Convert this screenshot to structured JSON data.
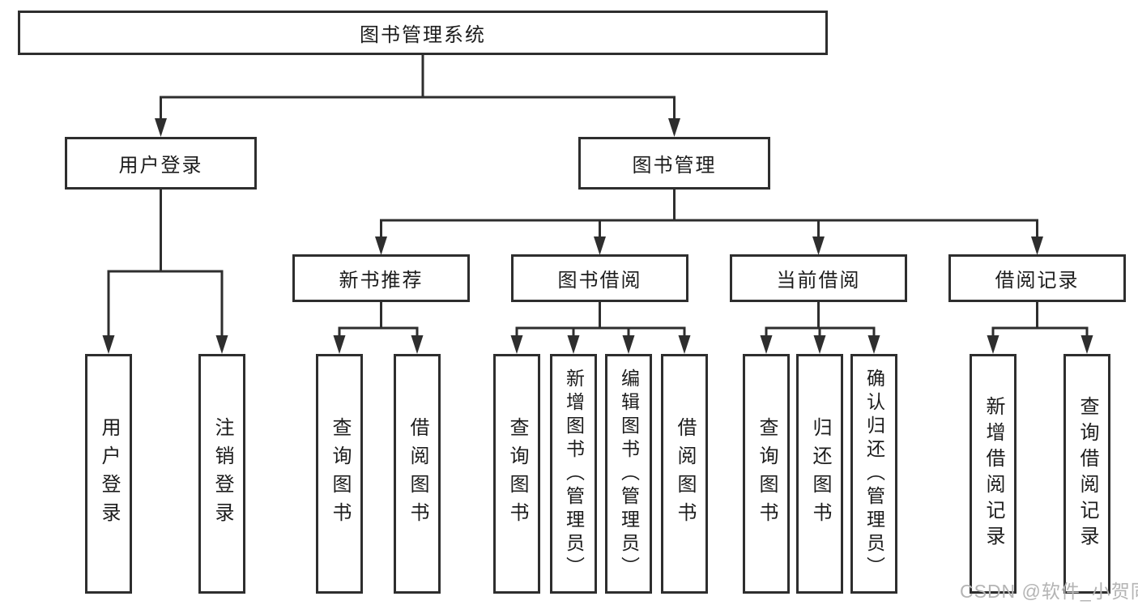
{
  "diagram": {
    "root": {
      "label": "图书管理系统"
    },
    "branches": [
      {
        "label": "用户登录",
        "leaves": [
          {
            "label": "用户登录"
          },
          {
            "label": "注销登录"
          }
        ]
      },
      {
        "label": "图书管理",
        "sections": [
          {
            "label": "新书推荐",
            "leaves": [
              {
                "label": "查询图书"
              },
              {
                "label": "借阅图书"
              }
            ]
          },
          {
            "label": "图书借阅",
            "leaves": [
              {
                "label": "查询图书"
              },
              {
                "label": "新增图书（管理员）"
              },
              {
                "label": "编辑图书（管理员）"
              },
              {
                "label": "借阅图书"
              }
            ]
          },
          {
            "label": "当前借阅",
            "leaves": [
              {
                "label": "查询图书"
              },
              {
                "label": "归还图书"
              },
              {
                "label": "确认归还（管理员）"
              }
            ]
          },
          {
            "label": "借阅记录",
            "leaves": [
              {
                "label": "新增借阅记录"
              },
              {
                "label": "查询借阅记录"
              }
            ]
          }
        ]
      }
    ]
  },
  "watermark": "CSDN @软件_小贺同学",
  "colors": {
    "line": "#2e2e2e",
    "text": "#1c1c1c",
    "watermark": "#b4b4b4",
    "background": "#ffffff"
  }
}
